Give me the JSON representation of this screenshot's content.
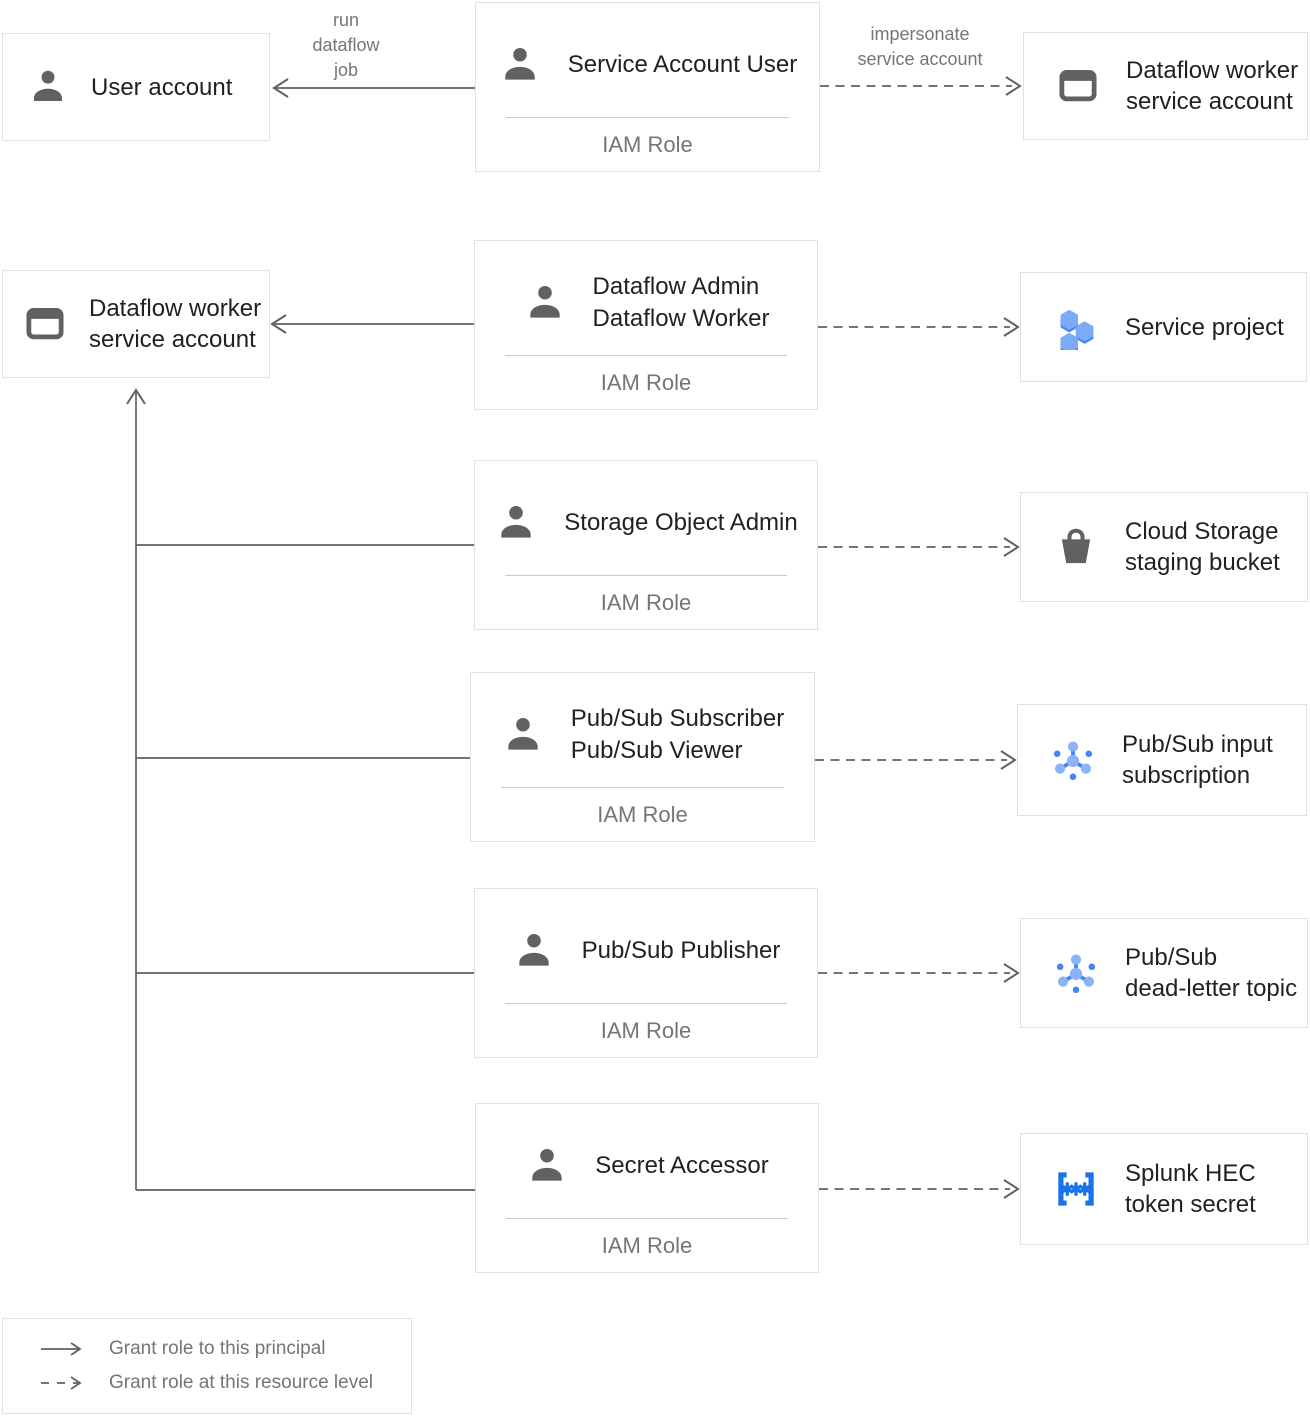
{
  "arrows": {
    "run_dataflow_job": "run\ndataflow\njob",
    "impersonate": "impersonate\nservice account"
  },
  "boxes": {
    "user_account": {
      "label": "User account",
      "icon": "person-icon"
    },
    "dataflow_worker_sa_top": {
      "label": "Dataflow worker\nservice account",
      "icon": "service-account-icon"
    },
    "dataflow_worker_sa_left": {
      "label": "Dataflow worker\nservice account",
      "icon": "service-account-icon"
    }
  },
  "iam_boxes": [
    {
      "roles": "Service Account User",
      "footer": "IAM Role",
      "icon": "person-icon"
    },
    {
      "roles": "Dataflow Admin\nDataflow Worker",
      "footer": "IAM Role",
      "icon": "person-icon"
    },
    {
      "roles": "Storage Object Admin",
      "footer": "IAM Role",
      "icon": "person-icon"
    },
    {
      "roles": "Pub/Sub Subscriber\nPub/Sub Viewer",
      "footer": "IAM Role",
      "icon": "person-icon"
    },
    {
      "roles": "Pub/Sub Publisher",
      "footer": "IAM Role",
      "icon": "person-icon"
    },
    {
      "roles": "Secret Accessor",
      "footer": "IAM Role",
      "icon": "person-icon"
    }
  ],
  "resource_boxes": [
    {
      "label": "Service project",
      "icon": "project-icon"
    },
    {
      "label": "Cloud Storage\nstaging bucket",
      "icon": "bucket-icon"
    },
    {
      "label": "Pub/Sub input\nsubscription",
      "icon": "pubsub-icon"
    },
    {
      "label": "Pub/Sub\ndead-letter topic",
      "icon": "pubsub-icon"
    },
    {
      "label": "Splunk HEC\ntoken secret",
      "icon": "secret-icon"
    }
  ],
  "legend": {
    "solid": "Grant role to this principal",
    "dashed": "Grant role at this resource level"
  },
  "colors": {
    "icon_gray": "#616161",
    "line_gray": "#616161",
    "secondary_text": "#757575",
    "border": "#e0e0e0",
    "blue_dark": "#4285f4",
    "blue_light": "#8ab4f8",
    "hex_face_blue": "#7baaf7",
    "secret_blue": "#1a73e8"
  }
}
